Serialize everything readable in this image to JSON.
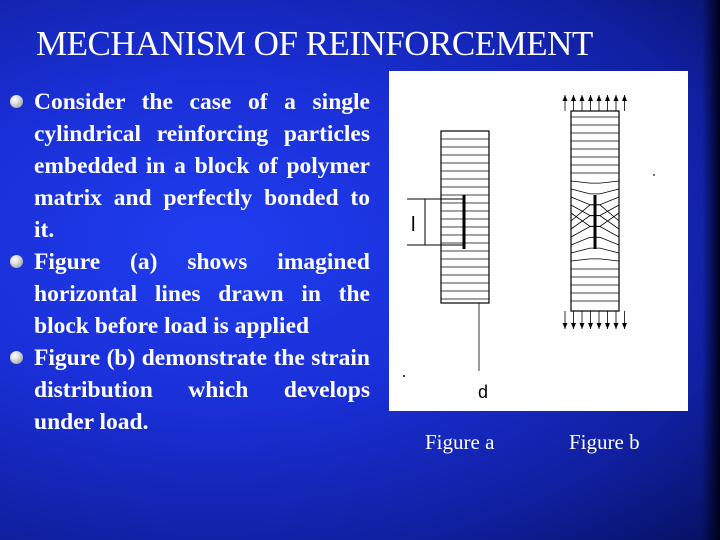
{
  "slide": {
    "title": "MECHANISM OF REINFORCEMENT",
    "bullets": [
      "Consider the case of a single cylindrical reinforcing particles embedded in a block of polymer matrix and perfectly bonded to it.",
      "Figure (a) shows imagined horizontal lines drawn in the block before load is applied",
      "Figure (b) demonstrate the strain distribution which develops under load."
    ],
    "figure": {
      "label_length": "l",
      "label_diameter": "d"
    },
    "captions": [
      "Figure a",
      "Figure b"
    ]
  }
}
